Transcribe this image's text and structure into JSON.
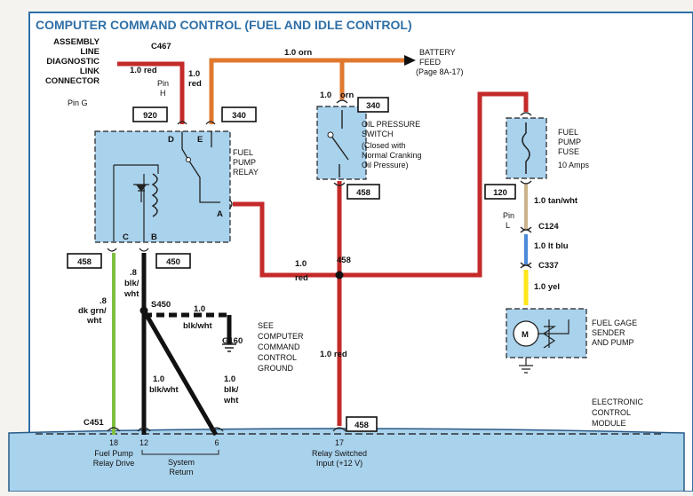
{
  "title": "COMPUTER COMMAND CONTROL (FUEL AND IDLE CONTROL)",
  "colors": {
    "red": "#c42a2a",
    "orange": "#e0782e",
    "black": "#111111",
    "green": "#7fbf3f",
    "tan": "#cbb48a",
    "blue": "#4a8ad8",
    "yellow": "#ffe61a",
    "component": "#a9d2ec",
    "title": "#2f6fa6"
  },
  "aldl": {
    "lines": [
      "ASSEMBLY",
      "LINE",
      "DIAGNOSTIC",
      "LINK",
      "CONNECTOR"
    ],
    "pin_g": "Pin G",
    "pin_h": [
      "Pin",
      "H"
    ],
    "connector": "C467",
    "wire1": "1.0 red",
    "wire2": [
      "1.0",
      "red"
    ]
  },
  "battery": {
    "lines": [
      "BATTERY",
      "FEED"
    ],
    "page": "(Page 8A-17)"
  },
  "wires": {
    "top_orn": "1.0 orn",
    "switch_orn": [
      "1.0",
      "orn"
    ],
    "red_mid": [
      "1.0",
      "red"
    ],
    "red_down": "1.0 red",
    "tan": "1.0 tan/wht",
    "blu": "1.0 lt blu",
    "yel": "1.0 yel",
    "grn": [
      ".8",
      "dk grn/",
      "wht"
    ],
    "blk_relay": [
      ".8",
      "blk/",
      "wht"
    ],
    "blk_horiz": [
      "1.0",
      "blk/wht"
    ],
    "blk_a": [
      "1.0",
      "blk/wht"
    ],
    "blk_b": [
      "1.0",
      "blk/",
      "wht"
    ]
  },
  "boxes": {
    "b920": "920",
    "b340a": "340",
    "b340b": "340",
    "b458a": "458",
    "b120": "120",
    "b458b": "458",
    "b450": "450",
    "b458c": "458"
  },
  "relay": {
    "lines": [
      "FUEL",
      "PUMP",
      "RELAY"
    ],
    "pins": {
      "d": "D",
      "e": "E",
      "a": "A",
      "c": "C",
      "b": "B"
    }
  },
  "oil_switch": {
    "lines": [
      "OIL PRESSURE",
      "SWITCH"
    ],
    "note": [
      "(Closed with",
      "Normal Cranking",
      "Oil Pressure)"
    ]
  },
  "fuse": {
    "lines": [
      "FUEL",
      "PUMP",
      "FUSE"
    ],
    "rating": "10 Amps"
  },
  "pin_l": [
    "Pin",
    "L"
  ],
  "connectors": {
    "c124": "C124",
    "c337": "C337",
    "c451": "C451",
    "s450": "S450",
    "g160": "G160"
  },
  "splice_458": "458",
  "pump": {
    "motor": "M",
    "lines": [
      "FUEL GAGE",
      "SENDER",
      "AND PUMP"
    ]
  },
  "see_note": [
    "SEE",
    "COMPUTER",
    "COMMAND",
    "CONTROL",
    "GROUND"
  ],
  "ecm": {
    "lines": [
      "ELECTRONIC",
      "CONTROL",
      "MODULE"
    ]
  },
  "ecm_pins": {
    "p18": "18",
    "p12": "12",
    "p6": "6",
    "p17": "17",
    "drive": [
      "Fuel Pump",
      "Relay Drive"
    ],
    "ret": [
      "System",
      "Return"
    ],
    "switched": [
      "Relay Switched",
      "Input (+12 V)"
    ]
  }
}
